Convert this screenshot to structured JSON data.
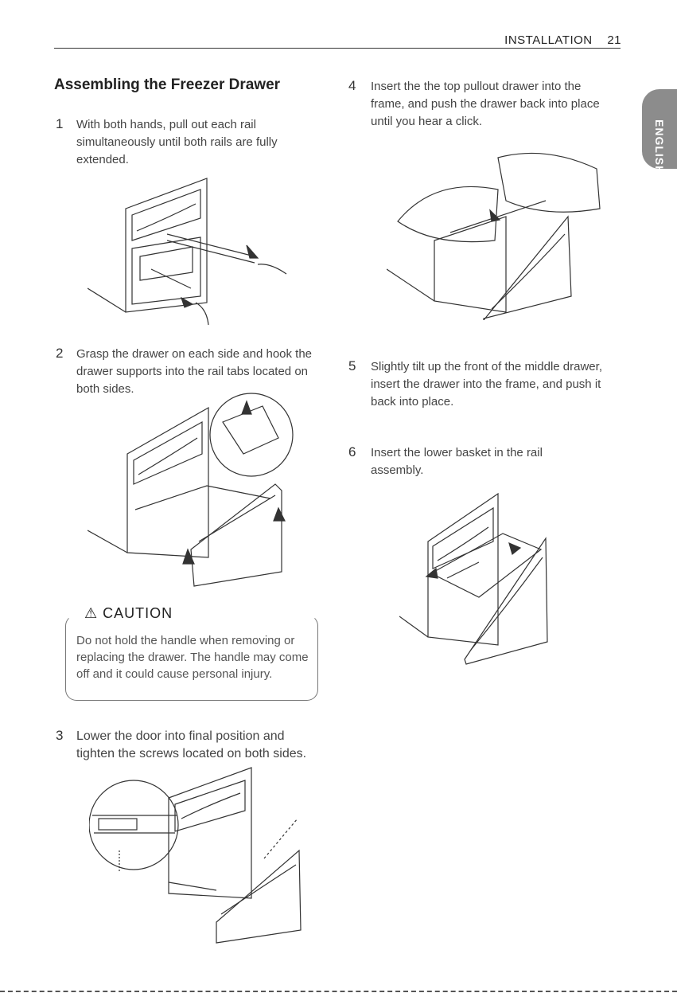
{
  "header": {
    "section": "INSTALLATION",
    "page_number": "21"
  },
  "side_tab": {
    "label": "ENGLISH"
  },
  "title": "Assembling the Freezer Drawer",
  "steps": [
    {
      "num": "1",
      "text": "With both hands, pull out each rail simultaneously until both rails are fully extended."
    },
    {
      "num": "2",
      "text": "Grasp the drawer on each side and hook the drawer supports into the rail tabs located on both sides."
    },
    {
      "num": "3",
      "text": "Lower the door into final position and tighten the screws located on both sides."
    },
    {
      "num": "4",
      "text": "Insert the the top pullout drawer into the frame, and push the drawer back into place until you hear a click."
    },
    {
      "num": "5",
      "text": "Slightly tilt up the front of the middle drawer, insert the drawer into the frame, and push it back into place."
    },
    {
      "num": "6",
      "text": "Insert the lower basket in the rail assembly."
    }
  ],
  "caution": {
    "title": "CAUTION",
    "text": "Do not hold the handle when removing or replacing the drawer. The handle may come off and it could cause personal injury."
  }
}
